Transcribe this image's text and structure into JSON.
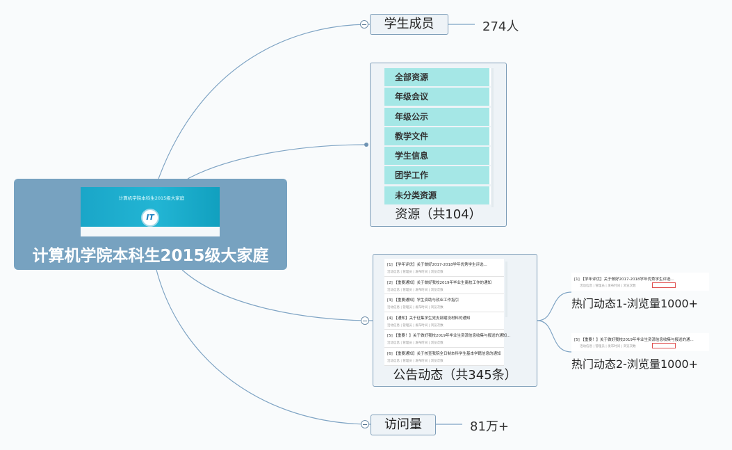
{
  "root": {
    "title": "计算机学院本科生2015级大家庭",
    "banner_text": "计算机学院本科生2015级大家庭",
    "banner_logo": "IT"
  },
  "members": {
    "label": "学生成员",
    "value": "274人"
  },
  "resources": {
    "label": "资源（共104）",
    "items": [
      "全部资源",
      "年级会议",
      "年级公示",
      "教学文件",
      "学生信息",
      "团学工作",
      "未分类资源"
    ]
  },
  "announcements": {
    "label": "公告动态（共345条）",
    "items": [
      {
        "title": "[1] 【学年评优】关于做好2017-2018学年优秀学生评选...",
        "meta": "活动信息 | 管理员 | 发布时间 | 浏览次数"
      },
      {
        "title": "[2] 【重要通知】关于做好我校2019年毕业生离校工作的通知",
        "meta": "活动信息 | 管理员 | 发布时间 | 浏览次数"
      },
      {
        "title": "[3] 【重要通知】学生资助与就业工作指引",
        "meta": "活动信息 | 管理员 | 发布时间 | 浏览次数"
      },
      {
        "title": "[4] 【通知】关于征集学生党支部建设材料的通知",
        "meta": "活动信息 | 管理员 | 发布时间 | 浏览次数"
      },
      {
        "title": "[5] 【重要！】关于做好我校2019年毕业生资源信息收集与报送的通知...",
        "meta": "活动信息 | 管理员 | 发布时间 | 浏览次数"
      },
      {
        "title": "[6] 【重要通知】关于核查我院全日制本科学生基本学籍信息的通知",
        "meta": "活动信息 | 管理员 | 发布时间 | 浏览次数"
      }
    ]
  },
  "hot_posts": [
    {
      "label": "热门动态1-浏览量1000+",
      "title": "[1] 【学年评优】关于做好2017-2018学年优秀学生评选...",
      "meta": "活动信息 | 管理员 | 发布时间 | 浏览次数"
    },
    {
      "label": "热门动态2-浏览量1000+",
      "title": "[5] 【重要！】关于做好我校2019年毕业生资源信息收集与报送的通...",
      "meta": "活动信息 | 管理员 | 发布时间 | 浏览次数"
    }
  ],
  "visits": {
    "label": "访问量",
    "value": "81万+"
  },
  "colors": {
    "root_fill": "#77a2c0",
    "node_fill": "#eef3f7",
    "node_border": "#7d9db8",
    "link": "#7fa4c4",
    "resource_item": "#a5e7e6"
  }
}
